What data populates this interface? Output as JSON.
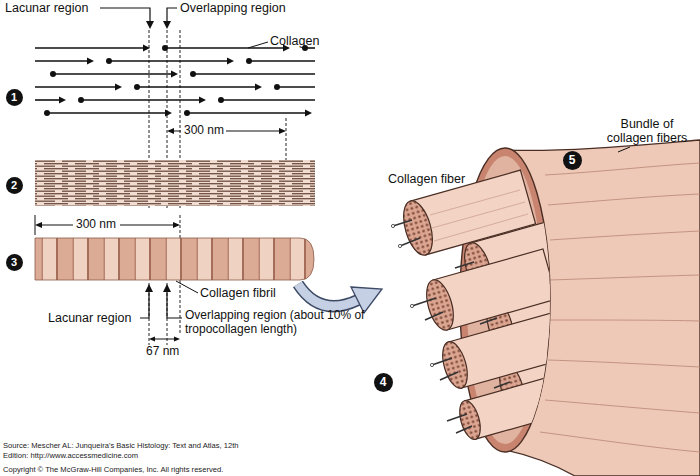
{
  "diagram": {
    "labels": [
      "Lacunar region",
      "Overlapping region",
      "Collagen",
      "1",
      "300 nm",
      "2",
      "300 nm",
      "3",
      "Collagen fibril",
      "Lacunar region",
      "Overlapping region (about 10% of tropocollagen length)",
      "67 nm",
      "Collagen fiber",
      "Bundle of collagen fibers",
      "4",
      "5",
      "Source: Mescher AL: Junqueira's Basic Histology: Text and Atlas, 12th Edition: http://www.accessmedicine.com",
      "Copyright © The McGraw-Hill Companies, Inc. All rights reserved."
    ]
  }
}
